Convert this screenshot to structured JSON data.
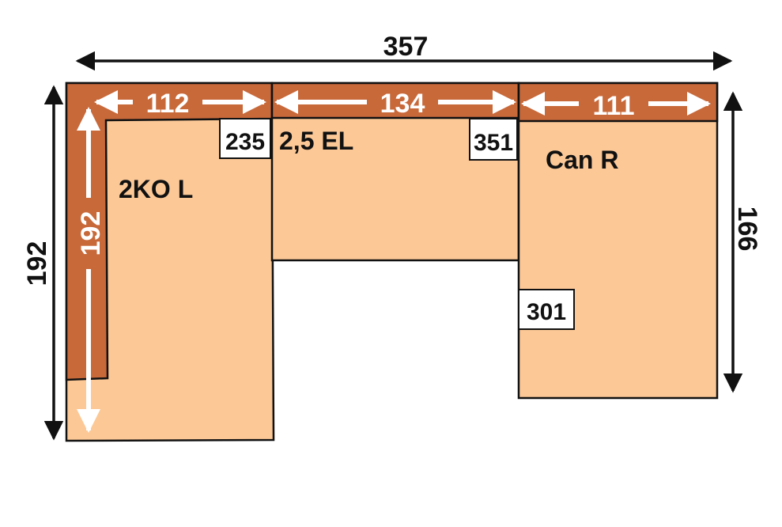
{
  "colors": {
    "seat": "#FCC896",
    "back": "#C8693A",
    "outline": "#111111",
    "white": "#FFFFFF"
  },
  "dimensions": {
    "total_width": "357",
    "left_height": "192",
    "right_height": "166",
    "left_back_width": "112",
    "middle_back_width": "134",
    "right_back_width": "111",
    "left_side_depth": "192"
  },
  "modules": {
    "left": {
      "label": "2KO L",
      "code": "235"
    },
    "middle": {
      "label": "2,5 EL",
      "code": "351"
    },
    "right": {
      "label": "Can R",
      "code": "301"
    }
  }
}
